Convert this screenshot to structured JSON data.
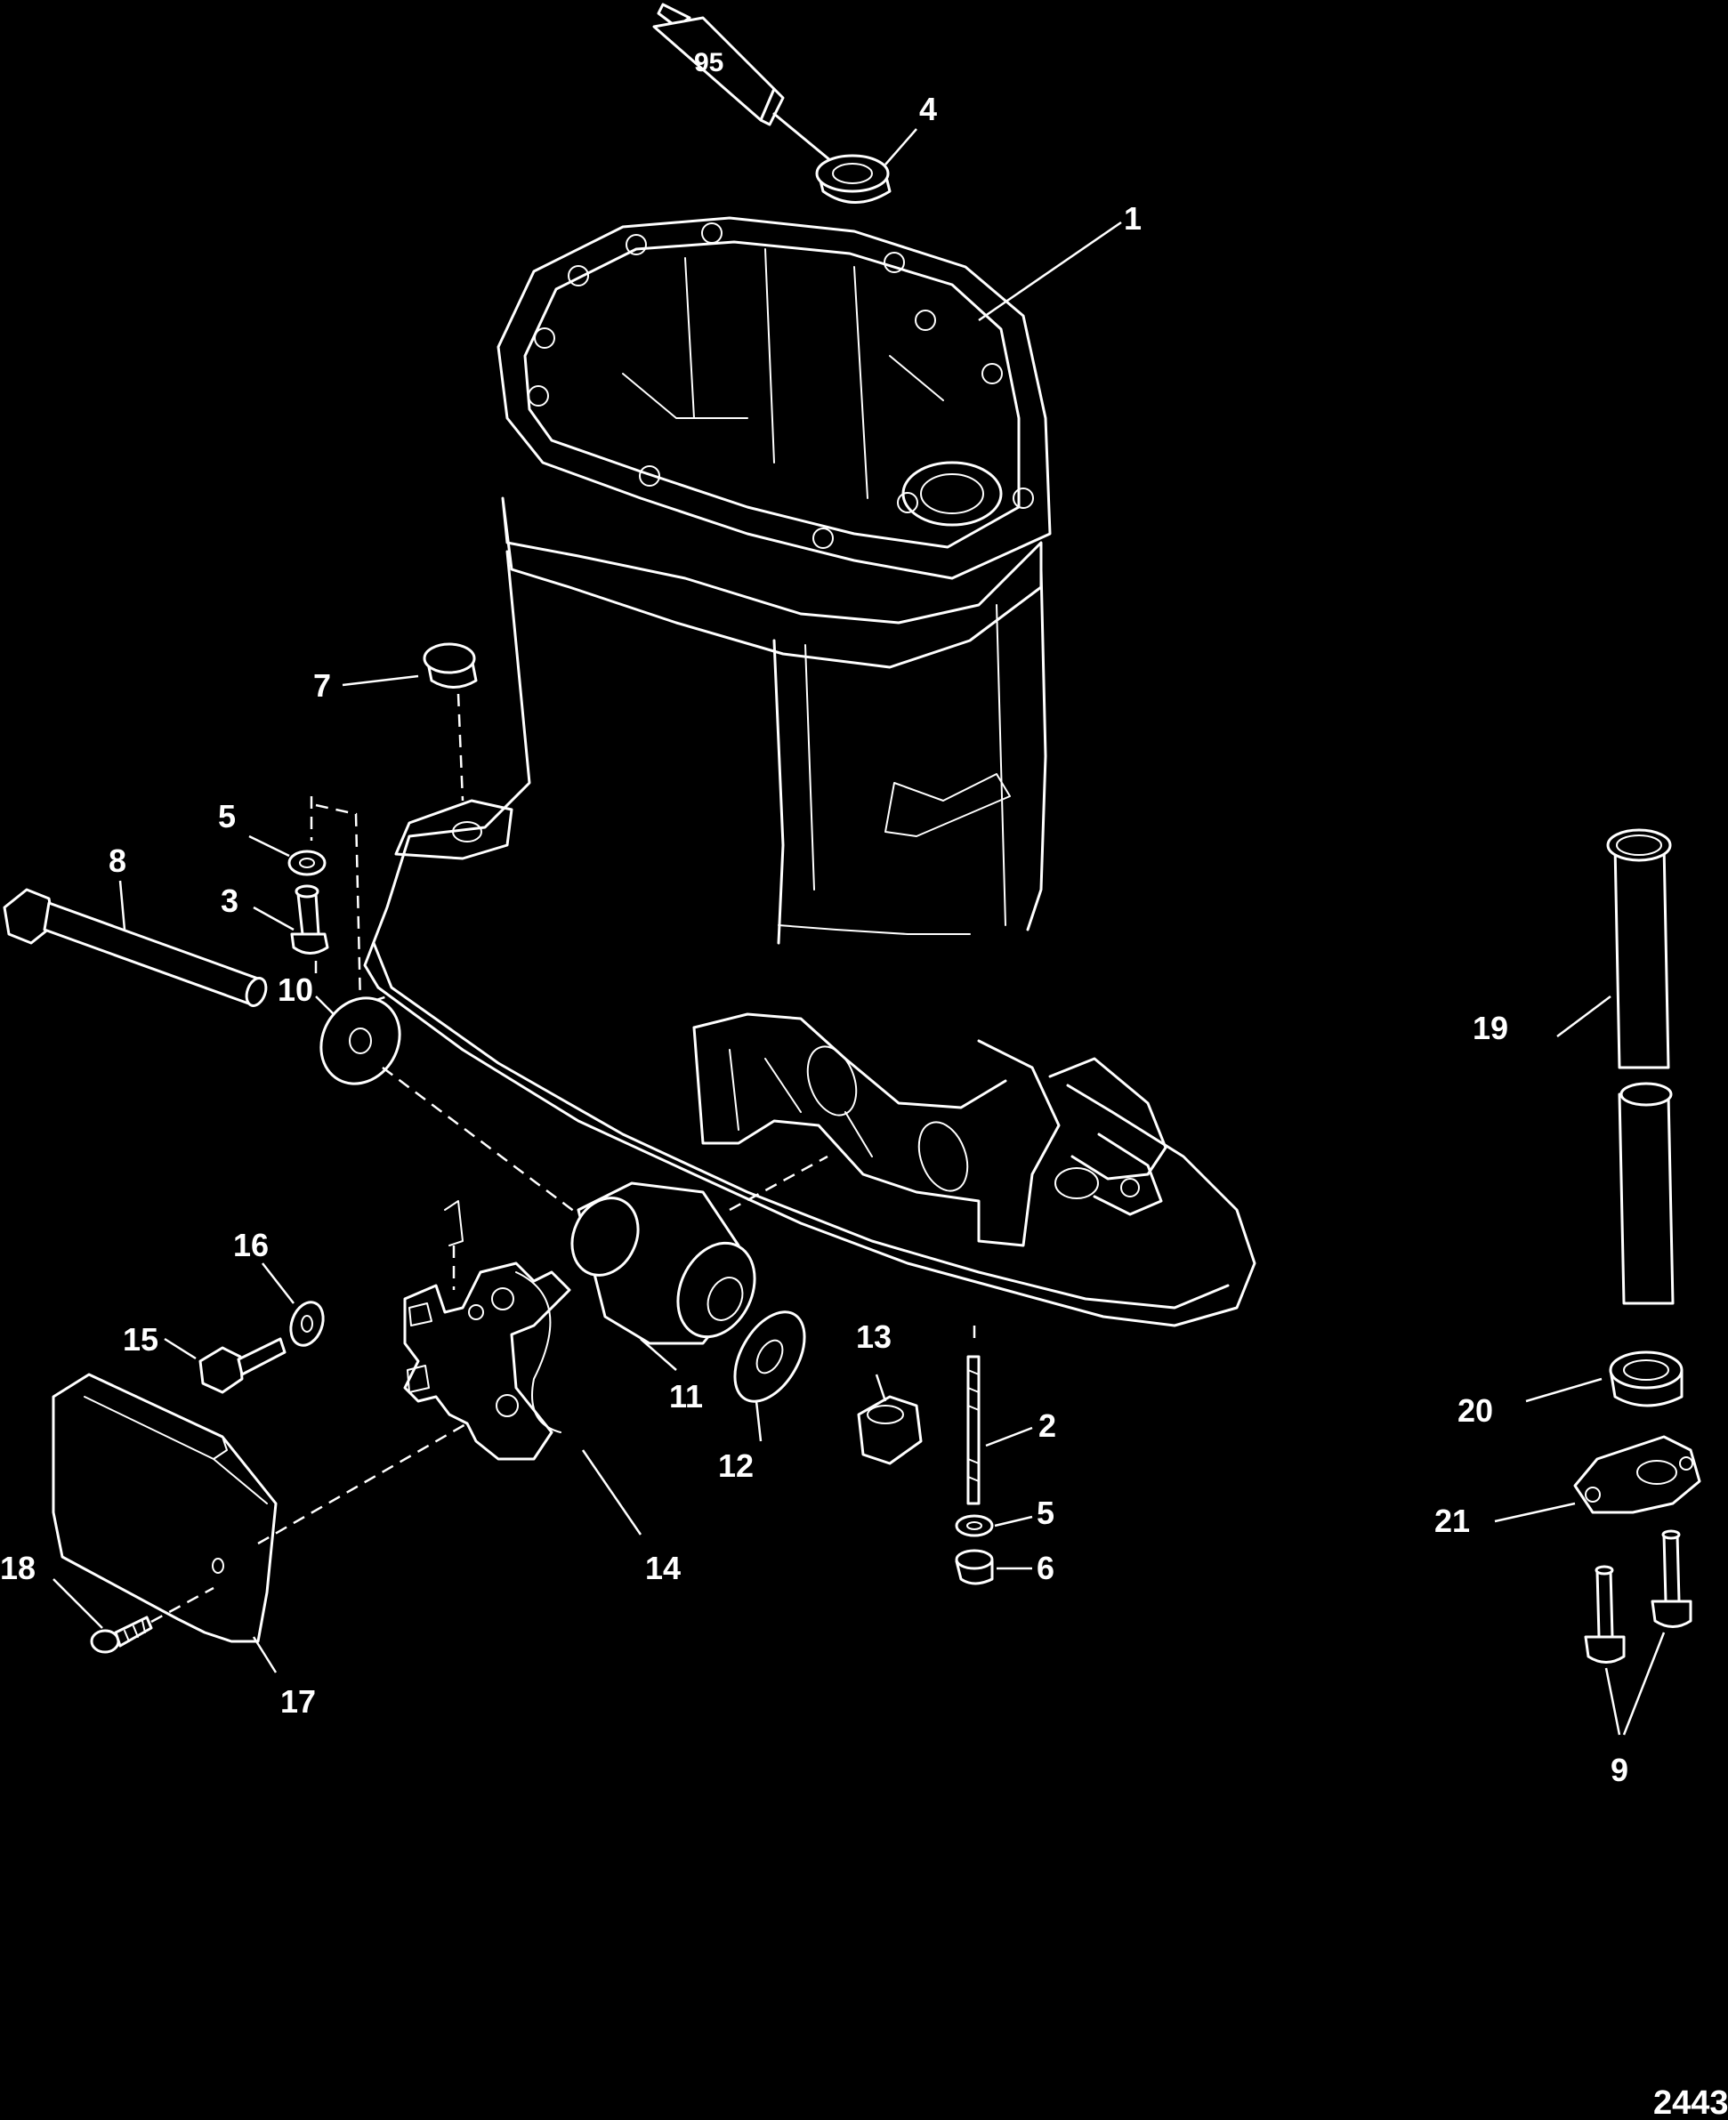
{
  "diagram": {
    "sealant_tube_label": "95",
    "figure_number": "2443",
    "callouts": {
      "c1": "1",
      "c2": "2",
      "c3": "3",
      "c4": "4",
      "c5a": "5",
      "c5b": "5",
      "c6": "6",
      "c7": "7",
      "c8": "8",
      "c9": "9",
      "c10": "10",
      "c11": "11",
      "c12": "12",
      "c13": "13",
      "c14": "14",
      "c15": "15",
      "c16": "16",
      "c17": "17",
      "c18": "18",
      "c19": "19",
      "c20": "20",
      "c21": "21"
    },
    "colors": {
      "background": "#000000",
      "linework": "#ffffff"
    }
  }
}
